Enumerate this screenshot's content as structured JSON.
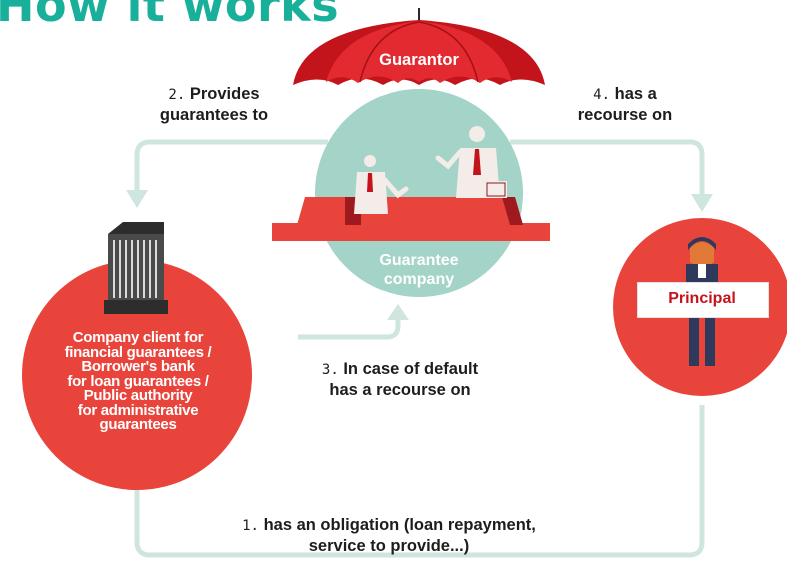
{
  "title": "How it works",
  "guarantor": {
    "label": "Guarantor"
  },
  "guarantee_company": {
    "line1": "Guarantee",
    "line2": "company"
  },
  "principal": {
    "label": "Principal"
  },
  "client": {
    "lines": [
      "Company client for",
      "financial guarantees /",
      "Borrower's bank",
      "for loan guarantees /",
      "Public authority",
      "for administrative",
      "guarantees"
    ]
  },
  "steps": [
    {
      "num": "1",
      "text_line1": "has an obligation (loan repayment,",
      "text_line2": "service to provide...)"
    },
    {
      "num": "2",
      "text_line1": "Provides",
      "text_line2": "guarantees to"
    },
    {
      "num": "3",
      "text_line1": "In case of default",
      "text_line2": "has a recourse on"
    },
    {
      "num": "4",
      "text_line1": "has a",
      "text_line2": "recourse on"
    }
  ],
  "colors": {
    "red": "#e8443b",
    "teal_title": "#18b09a",
    "light_teal": "#a4d3c8",
    "arrow": "#cfe6e0",
    "dark_red": "#c3131b"
  }
}
